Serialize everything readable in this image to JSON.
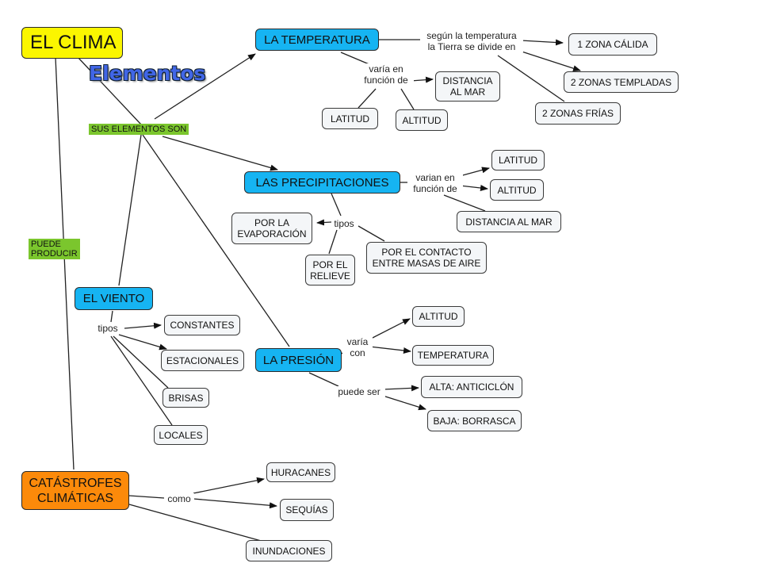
{
  "root": {
    "title": "EL CLIMA",
    "subtitle": "Elementos"
  },
  "tags": {
    "elements": "SUS ELEMENTOS SON",
    "produce": "PUEDE\nPRODUCIR"
  },
  "temperatura": {
    "label": "LA TEMPERATURA",
    "division_link": "según la temperatura\nla Tierra se divide en",
    "zones": [
      "1 ZONA CÁLIDA",
      "2 ZONAS TEMPLADAS",
      "2 ZONAS FRÍAS"
    ],
    "factors_link": "varía en\nfunción de",
    "factors": [
      "DISTANCIA\nAL MAR",
      "LATITUD",
      "ALTITUD"
    ]
  },
  "precipitaciones": {
    "label": "LAS PRECIPITACIONES",
    "factors_link": "varian en\nfunción de",
    "factors": [
      "LATITUD",
      "ALTITUD",
      "DISTANCIA AL MAR"
    ],
    "types_link": "tipos",
    "types": [
      "POR LA\nEVAPORACIÓN",
      "POR EL\nRELIEVE",
      "POR EL CONTACTO\nENTRE MASAS DE AIRE"
    ]
  },
  "viento": {
    "label": "EL VIENTO",
    "types_link": "tipos",
    "types": [
      "CONSTANTES",
      "ESTACIONALES",
      "BRISAS",
      "LOCALES"
    ]
  },
  "presion": {
    "label": "LA PRESIÓN",
    "varies_link": "varía\ncon",
    "varies": [
      "ALTITUD",
      "TEMPERATURA"
    ],
    "can_be_link": "puede ser",
    "can_be": [
      "ALTA: ANTICICLÓN",
      "BAJA: BORRASCA"
    ]
  },
  "catastrofes": {
    "label": "CATÁSTROFES\nCLIMÁTICAS",
    "link": "como",
    "items": [
      "HURACANES",
      "SEQUÍAS",
      "INUNDACIONES"
    ]
  }
}
